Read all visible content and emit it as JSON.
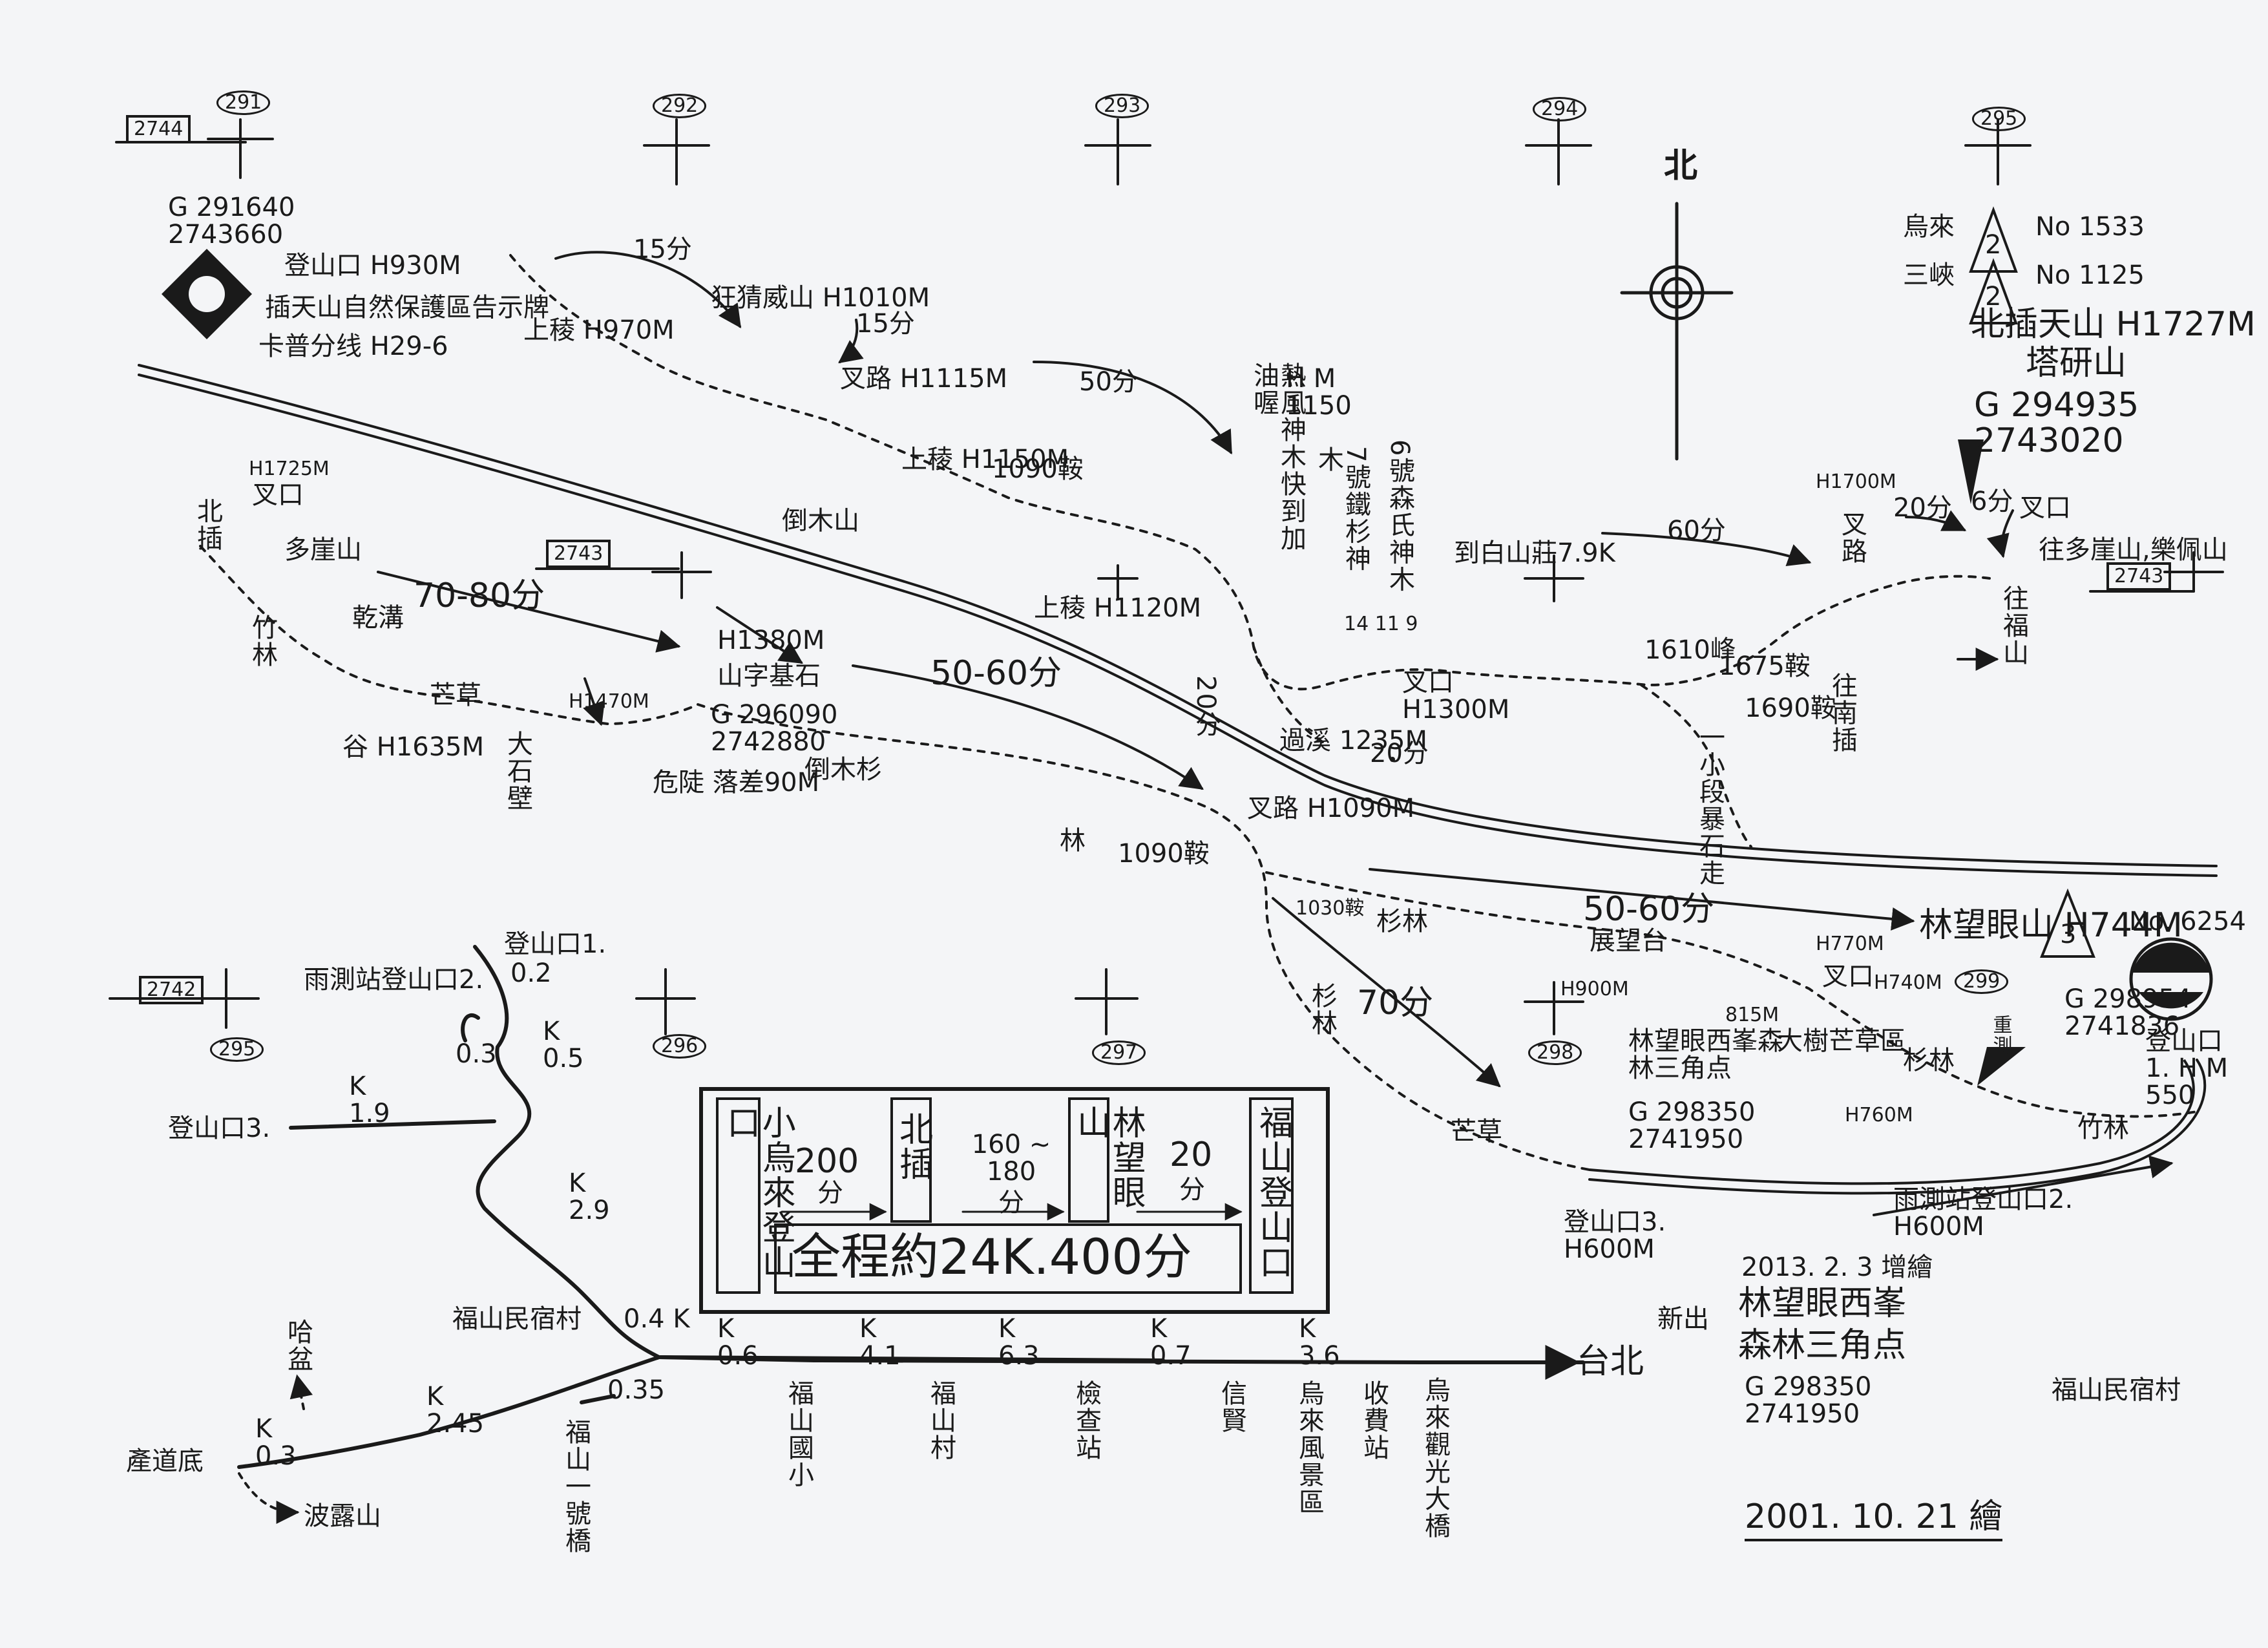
{
  "map_title": "北",
  "date_note": "2001. 10. 21 繪",
  "update_note": "2013. 2. 3 增繪",
  "update_new_label": "新出",
  "update_peak_name": "林望眼西峯",
  "update_marker": "森林三角点",
  "update_coord": "G 298350 2741950",
  "summary": {
    "stations": [
      {
        "name": "小烏來登山口"
      },
      {
        "name": "北插"
      },
      {
        "name": "林望眼山"
      },
      {
        "name": "福山登山口"
      }
    ],
    "legs": [
      {
        "time": "200",
        "unit": "分"
      },
      {
        "time": "160 ~ 180",
        "unit": "分"
      },
      {
        "time": "20",
        "unit": "分"
      }
    ],
    "total": "全程約24K.400分"
  },
  "grid_labels": {
    "col_291": "291",
    "col_292": "292",
    "col_293": "293",
    "col_294": "294",
    "col_295": "295",
    "col_296": "296",
    "col_297": "297",
    "col_298": "298",
    "col_299": "299",
    "col_295b": "295",
    "row_2744": "2744",
    "row_2743a": "2743",
    "row_2743b": "2743",
    "row_2742": "2742"
  },
  "legend": {
    "item1_name": "烏來",
    "item1_num": "2",
    "item1_code": "No 1533",
    "item2_name": "三峽",
    "item2_num": "2",
    "item2_code": "No 1125"
  },
  "start_coord": "G 291640 2743660",
  "trailhead_start": "登山口 H930M",
  "reserve_sign": "插天山自然保護區告示牌",
  "road_mark": "卡普分线 H29-6",
  "points": {
    "sanling_970": "上稜 H970M",
    "kuangshan_1010": "狂猜威山 H1010M",
    "fork_1115": "叉路 H1115M",
    "upper_ridge_1150": "上稜 H1150M",
    "daomu_mountain": "倒木山",
    "loc_1090a": "1090鞍",
    "north_1725": "H1725M",
    "beicha_small": "北插",
    "fork_nw": "叉口",
    "duoya": "多崖山",
    "ganjiang": "乾溝",
    "bamboo_forest": "竹林",
    "valley_1635": "谷 H1635M",
    "big_rock_wall": "大石壁",
    "grass": "芒草",
    "h1470": "H1470M",
    "shanzi_stone": "山字基石",
    "shanzi_h": "H1380M",
    "shanzi_coord": "G 296090 2742880",
    "danger_slope": "危陡 落差90M",
    "daomu_sugi": "倒木杉",
    "forest_mid": "林",
    "fork_1090": "叉路 H1090M",
    "loc_1090b": "1090鞍",
    "sanling_1120": "上稜 H1120M",
    "h1150_hm": "H M 1150",
    "giant_tree_big": "熱風神木快到加油喔",
    "tree_6": "6號森氏神木",
    "tree_7": "7號鐵杉神木",
    "baibai_road": "到白山莊7.9K",
    "h1300": "叉口 H1300M",
    "h1235": "過溪 1235M",
    "tree_marks": "14 11 9",
    "loc_1610": "1610峰",
    "loc_1675": "1675鞍",
    "loc_1690": "1690鞍",
    "rock_walk": "一小段暴石走",
    "kuangtian": "往南插",
    "h1700": "H1700M",
    "fork_h1700": "叉路",
    "beicha_peak": "北插天山 H1727M",
    "tapen": "塔研山",
    "beicha_coord": "G 294935 2743020",
    "fork_beicha": "叉口",
    "kuangduo": "往多崖山,樂佩山",
    "kuangfushan": "往福山",
    "loc_1030": "1030鞍",
    "sugi_forest": "杉林",
    "lookout": "展望台",
    "h900": "H900M",
    "h815": "815M",
    "west_peak_marker": "林望眼西峯森林三角点",
    "west_peak_coord": "G 298350 2741950",
    "h770": "H770M",
    "fork_770": "叉口",
    "h740": "H740M",
    "big_tree_grass": "大樹芒草區",
    "sugi_forest2": "杉林",
    "h760": "H760M",
    "bamboo_forest2": "竹林",
    "linwang_peak": "林望眼山 H744M",
    "triangle_3": "3",
    "linwang_coord": "G 298954 2741836",
    "no6254": "No. 6254",
    "chonglu": "重測",
    "fushan_trailhead1": "登山口1. H M 550",
    "yuce_trailhead2": "雨測站登山口2. H600M",
    "trailhead3": "登山口3. H600M",
    "grass2": "芒草",
    "minsu_village": "福山民宿村",
    "sugi_east": "杉林"
  },
  "times": {
    "t15a": "15分",
    "t15b": "15分",
    "t50a": "50分",
    "t70_80": "70-80分",
    "t50_60a": "50-60分",
    "t20a": "20分",
    "t20b": "20分",
    "t60": "60分",
    "t20c": "20分",
    "t6": "6分",
    "t50_60b": "50-60分",
    "t70": "70分"
  },
  "roads": {
    "tk1": "登山口1.",
    "tk1_dist": "0.2",
    "yuce2": "雨測站登山口2.",
    "d03": "0.3",
    "d05": "K 0.5",
    "tk3": "登山口3.",
    "d19": "K 1.9",
    "d29": "K 2.9",
    "minsu": "福山民宿村",
    "d04": "0.4 K",
    "hajin": "哈盆",
    "d03b": "K 0.3",
    "chandao": "產道底",
    "bolu": "波露山",
    "d245": "K 2.45",
    "d035": "0.35",
    "bridge1": "福山一號橋",
    "d06": "K 0.6",
    "fushan_school": "福山國小",
    "d41": "K 4.1",
    "fushan_village": "福山村",
    "d63": "K 6.3",
    "check_station": "檢查站",
    "d07": "K 0.7",
    "xinxian": "信賢",
    "d36": "K 3.6",
    "wulai_scenic": "烏來風景區",
    "ticket": "收費站",
    "wulai_bridge": "烏來觀光大橋",
    "taipei": "台北"
  }
}
